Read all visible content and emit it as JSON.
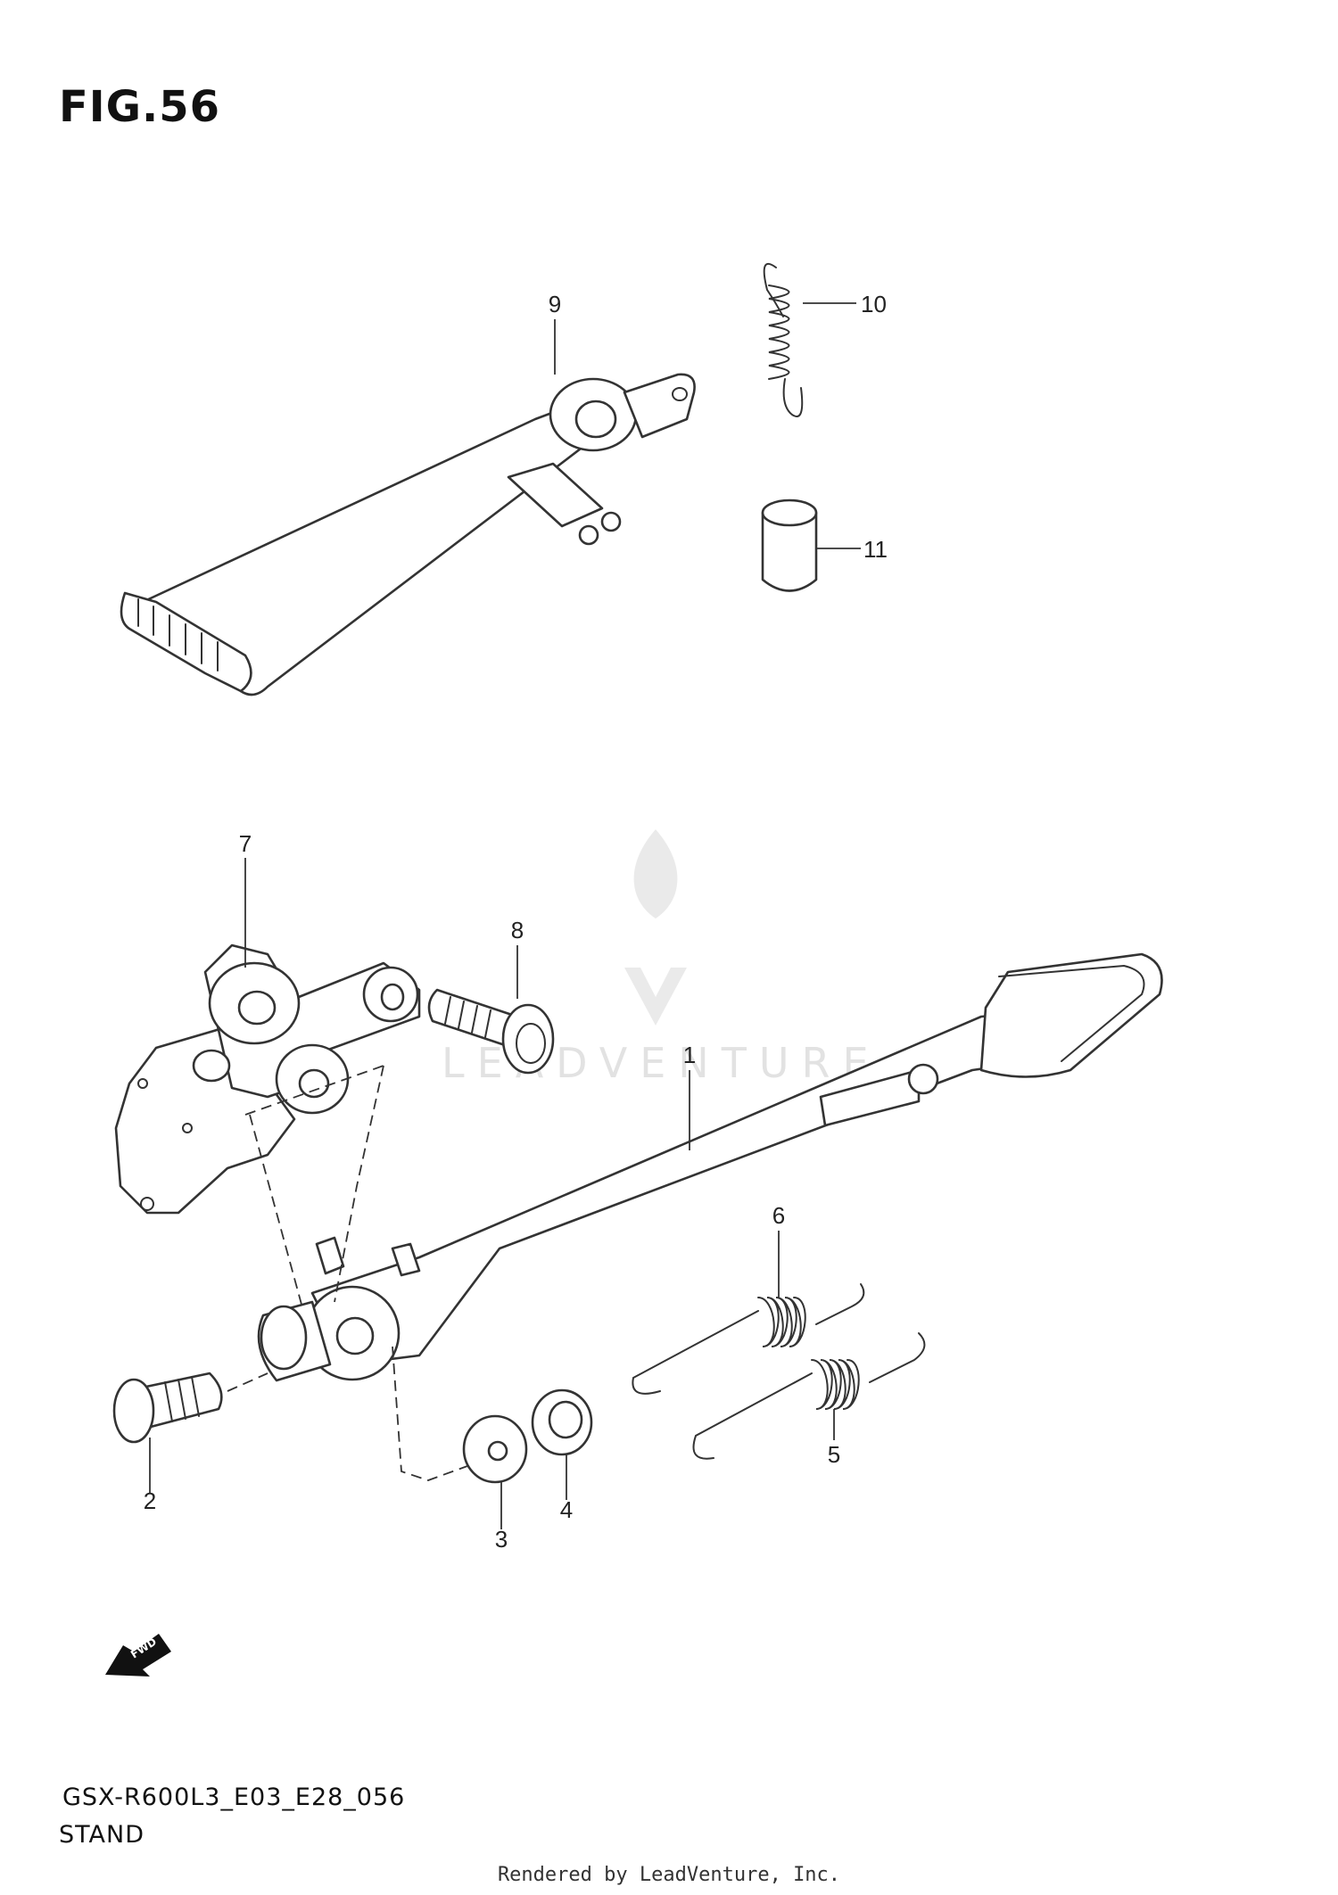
{
  "figure": {
    "title": "FIG.56"
  },
  "callouts": [
    "1",
    "2",
    "3",
    "4",
    "5",
    "6",
    "7",
    "8",
    "9",
    "10",
    "11"
  ],
  "fwd_label": "FWD",
  "watermark": "LEADVENTURE",
  "model_code": "GSX-R600L3_E03_E28_056",
  "page_name": "STAND",
  "footer": "Rendered by LeadVenture, Inc."
}
